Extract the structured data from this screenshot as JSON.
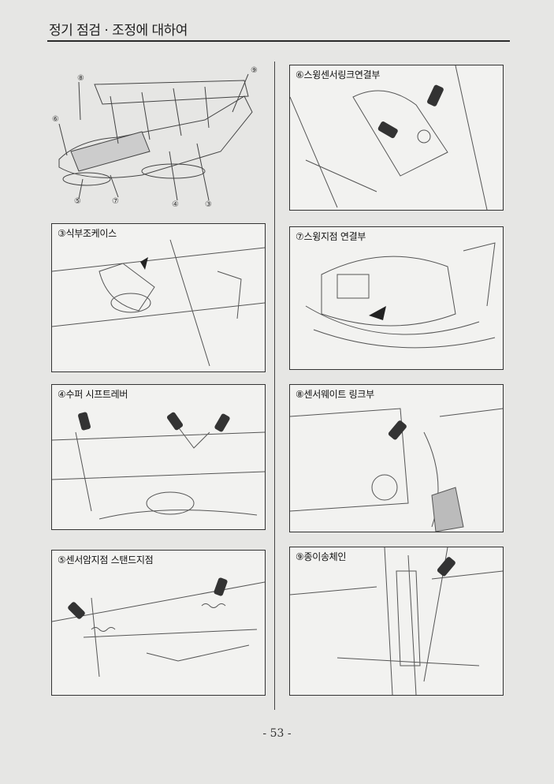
{
  "header": {
    "title": "정기 점검 · 조정에 대하여"
  },
  "overview": {
    "labels": [
      "⑧",
      "⑨",
      "⑥",
      "⑤",
      "⑦",
      "④",
      "③"
    ]
  },
  "panels": [
    {
      "caption": "③식부조케이스"
    },
    {
      "caption": "④수퍼 시프트레버"
    },
    {
      "caption": "⑤센서암지점 스탠드지점"
    },
    {
      "caption": "⑥스윙센서링크연결부"
    },
    {
      "caption": "⑦스윙지점 연결부"
    },
    {
      "caption": "⑧센서웨이트 링크부"
    },
    {
      "caption": "⑨종이송체인"
    }
  ],
  "footer": {
    "page_number": "- 53 -"
  }
}
